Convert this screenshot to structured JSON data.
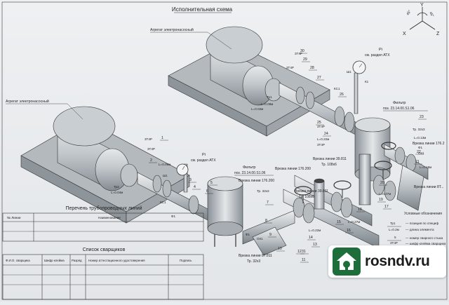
{
  "title": "Исполнительная схема",
  "axes": {
    "x": "X",
    "y": "Y",
    "z": "Z",
    "deg1": "45°",
    "deg2": "45°"
  },
  "machines": {
    "top": "Агрегат электронасосный",
    "left": "Агрегат электронасосный"
  },
  "pressure_gauge": "Pi",
  "pressure_gauge_note": "см. раздел АТХ",
  "filter_right": {
    "name": "Фильтр",
    "pos": "поз. 23.14.00.S1.06"
  },
  "filter_left": {
    "name": "Фильтр",
    "pos": "поз. 23.14.00.S1.06"
  },
  "labels": [
    {
      "id": "L30",
      "t": "30"
    },
    {
      "id": "L29",
      "t": "29"
    },
    {
      "id": "L28",
      "t": "28"
    },
    {
      "id": "L27",
      "t": "27"
    },
    {
      "id": "L26",
      "t": "26"
    },
    {
      "id": "L25",
      "t": "25"
    },
    {
      "id": "L24",
      "t": "24"
    },
    {
      "id": "L23",
      "t": "23"
    },
    {
      "id": "L22",
      "t": "22"
    },
    {
      "id": "L21",
      "t": "21"
    },
    {
      "id": "L20",
      "t": "20"
    },
    {
      "id": "L19",
      "t": "19"
    },
    {
      "id": "L18",
      "t": "18"
    },
    {
      "id": "L17",
      "t": "17"
    },
    {
      "id": "L16",
      "t": "16"
    },
    {
      "id": "L15",
      "t": "15"
    },
    {
      "id": "L14",
      "t": "14"
    },
    {
      "id": "L13",
      "t": "13"
    },
    {
      "id": "L12",
      "t": "12"
    },
    {
      "id": "L11",
      "t": "11"
    },
    {
      "id": "L10",
      "t": "10"
    },
    {
      "id": "L9",
      "t": "9"
    },
    {
      "id": "L8",
      "t": "8"
    },
    {
      "id": "L7",
      "t": "7"
    },
    {
      "id": "L6",
      "t": "6"
    },
    {
      "id": "L5",
      "t": "5"
    },
    {
      "id": "L4",
      "t": "4"
    },
    {
      "id": "L3",
      "t": "3"
    },
    {
      "id": "L2",
      "t": "2"
    },
    {
      "id": "L1",
      "t": "1"
    },
    {
      "id": "L31",
      "t": "31"
    }
  ],
  "welds": {
    "e3": "3T4P",
    "tr1": "Тр1",
    "tr2": "Тр2",
    "dim_a": "L=0.09м",
    "dim_b": "L=0.04м",
    "dim_c": "L=0.22м",
    "dim_d": "L=0.27м",
    "dim_e": "L=0.13м",
    "dim_f": "L=0.18м",
    "pipe": "Тр. 32х3",
    "sh": "Ш1",
    "k": "К1",
    "ks": "КС1",
    "f": "Ф1",
    "op": "Оп1"
  },
  "inserts": {
    "a": "Врезка линии 176.200",
    "b": "Врезка линии 39.811",
    "c": "Врезка линии 176.2",
    "d": "Врезка линии 87.811",
    "e": "Врезка линии 8Т..."
  },
  "pipe_sizes": {
    "a": "Тр. 108х6",
    "b": "Тр. 32х3",
    "c": "Тр. 108х6"
  },
  "legend": {
    "title": "Условные обозначения",
    "r1": "— позиция по специф",
    "r2": "— длина элемента",
    "r3": "— номер сварного стыка",
    "r4": "— шифр клейма сварщика",
    "k1": "Тр1",
    "k2": "L=0.2м",
    "k3": "3T4P"
  },
  "table1": {
    "title": "Перечень трубопроводных линий",
    "col1": "№ Линии",
    "col2": "Наименование"
  },
  "table2": {
    "title": "Список сварщиков",
    "cols": [
      "Ф.И.О. сварщика",
      "Шифр клейма",
      "Разряд",
      "Номер аттестационного удостоверения",
      "Подпись"
    ]
  },
  "watermark": "rosndv.ru",
  "colors": {
    "metal": "#b9bfc4",
    "metal_dark": "#7d858c",
    "base": "#a8adb2",
    "line": "#1f1f1f"
  }
}
